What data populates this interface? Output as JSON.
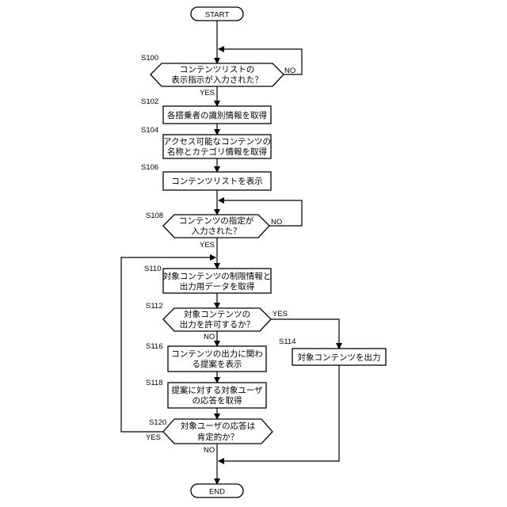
{
  "flowchart": {
    "start": "START",
    "end": "END",
    "s100": {
      "label": "S100",
      "line1": "コンテンツリストの",
      "line2": "表示指示が入力された？"
    },
    "s102": {
      "label": "S102",
      "text": "各搭乗者の識別情報を取得"
    },
    "s104": {
      "label": "S104",
      "line1": "アクセス可能なコンテンツの",
      "line2": "名称とカテゴリ情報を取得"
    },
    "s106": {
      "label": "S106",
      "text": "コンテンツリストを表示"
    },
    "s108": {
      "label": "S108",
      "line1": "コンテンツの指定が",
      "line2": "入力された？"
    },
    "s110": {
      "label": "S110",
      "line1": "対象コンテンツの制限情報と",
      "line2": "出力用データを取得"
    },
    "s112": {
      "label": "S112",
      "line1": "対象コンテンツの",
      "line2": "出力を許可するか？"
    },
    "s114": {
      "label": "S114",
      "text": "対象コンテンツを出力"
    },
    "s116": {
      "label": "S116",
      "line1": "コンテンツの出力に関わ",
      "line2": "る提案を表示"
    },
    "s118": {
      "label": "S118",
      "line1": "提案に対する対象ユーザ",
      "line2": "の応答を取得"
    },
    "s120": {
      "label": "S120",
      "line1": "対象ユーザの応答は",
      "line2": "肯定的か？"
    },
    "branch": {
      "yes": "YES",
      "no": "NO"
    }
  }
}
